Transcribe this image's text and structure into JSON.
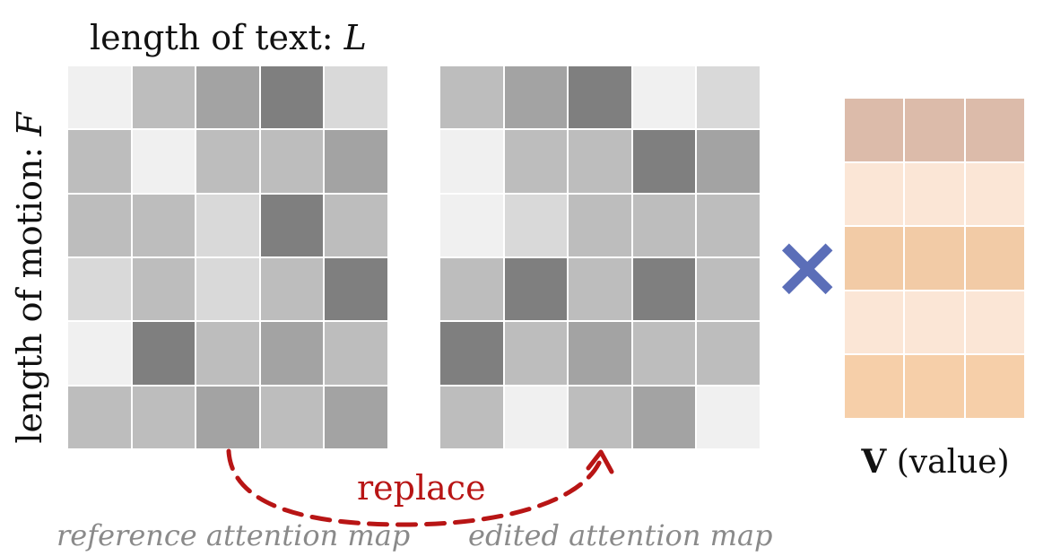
{
  "labels": {
    "top_prefix": "length of text: ",
    "top_var": "L",
    "side_prefix": "length of motion: ",
    "side_var": "F",
    "value_bold": "V",
    "value_rest": " (value)",
    "operator": "×",
    "replace": "replace",
    "ref_caption": "reference attention map",
    "edit_caption": "edited attention map"
  },
  "colors": {
    "arrow": "#b81515",
    "operator": "#5b6eb8"
  },
  "maps": {
    "reference": [
      [
        "#f0f0f0",
        "#bdbdbd",
        "#a3a3a3",
        "#7f7f7f",
        "#d9d9d9"
      ],
      [
        "#bdbdbd",
        "#f0f0f0",
        "#bdbdbd",
        "#bdbdbd",
        "#a3a3a3"
      ],
      [
        "#bdbdbd",
        "#bdbdbd",
        "#d9d9d9",
        "#7f7f7f",
        "#bdbdbd"
      ],
      [
        "#d9d9d9",
        "#bdbdbd",
        "#d9d9d9",
        "#bdbdbd",
        "#7f7f7f"
      ],
      [
        "#f0f0f0",
        "#7f7f7f",
        "#bdbdbd",
        "#a3a3a3",
        "#bdbdbd"
      ],
      [
        "#bdbdbd",
        "#bdbdbd",
        "#a3a3a3",
        "#bdbdbd",
        "#a3a3a3"
      ]
    ],
    "edited": [
      [
        "#bdbdbd",
        "#a3a3a3",
        "#7f7f7f",
        "#f0f0f0",
        "#d9d9d9"
      ],
      [
        "#f0f0f0",
        "#bdbdbd",
        "#bdbdbd",
        "#7f7f7f",
        "#a3a3a3"
      ],
      [
        "#f0f0f0",
        "#d9d9d9",
        "#bdbdbd",
        "#bdbdbd",
        "#bdbdbd"
      ],
      [
        "#bdbdbd",
        "#7f7f7f",
        "#bdbdbd",
        "#7f7f7f",
        "#bdbdbd"
      ],
      [
        "#7f7f7f",
        "#bdbdbd",
        "#a3a3a3",
        "#bdbdbd",
        "#bdbdbd"
      ],
      [
        "#bdbdbd",
        "#f0f0f0",
        "#bdbdbd",
        "#a3a3a3",
        "#f0f0f0"
      ]
    ],
    "value": [
      [
        "#dcbbaa",
        "#dcbbaa",
        "#dcbbaa"
      ],
      [
        "#fbe6d6",
        "#fbe6d6",
        "#fbe6d6"
      ],
      [
        "#f2cba6",
        "#f2cba6",
        "#f2cba6"
      ],
      [
        "#fbe6d6",
        "#fbe6d6",
        "#fbe6d6"
      ],
      [
        "#f6cfa9",
        "#f6cfa9",
        "#f6cfa9"
      ]
    ]
  }
}
